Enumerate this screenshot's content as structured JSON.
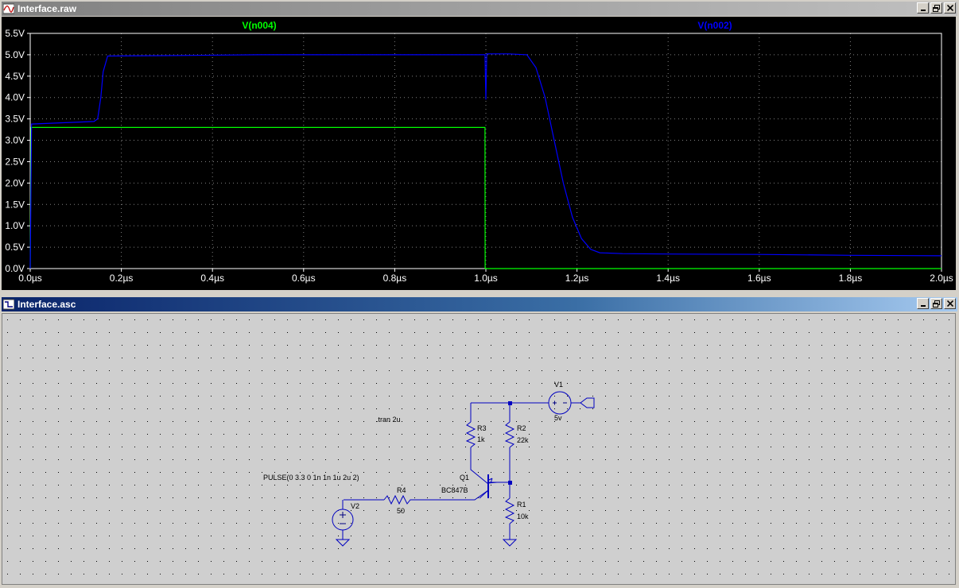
{
  "plot_window": {
    "title": "Interface.raw",
    "trace1_name": "V(n004)",
    "trace2_name": "V(n002)",
    "trace1_color": "#00ff00",
    "trace2_color": "#0000ff"
  },
  "schematic_window": {
    "title": "Interface.asc",
    "directive": ".tran 2u",
    "pulse_spec": "PULSE(0 3.3 0 1n 1n 1u 2u 2)",
    "r1_name": "R1",
    "r1_value": "10k",
    "r2_name": "R2",
    "r2_value": "22k",
    "r3_name": "R3",
    "r3_value": "1k",
    "r4_name": "R4",
    "r4_value": "50",
    "q1_name": "Q1",
    "q1_model": "BC847B",
    "v1_name": "V1",
    "v1_value": "5v",
    "v2_name": "V2"
  },
  "chart_data": {
    "type": "line",
    "title": "",
    "xlabel": "",
    "ylabel": "",
    "xlim": [
      0,
      2.0
    ],
    "ylim": [
      0,
      5.5
    ],
    "x_unit": "µs",
    "y_unit": "V",
    "x_ticks": [
      "0.0µs",
      "0.2µs",
      "0.4µs",
      "0.6µs",
      "0.8µs",
      "1.0µs",
      "1.2µs",
      "1.4µs",
      "1.6µs",
      "1.8µs",
      "2.0µs"
    ],
    "y_ticks": [
      "0.0V",
      "0.5V",
      "1.0V",
      "1.5V",
      "2.0V",
      "2.5V",
      "3.0V",
      "3.5V",
      "4.0V",
      "4.5V",
      "5.0V",
      "5.5V"
    ],
    "grid": true,
    "series": [
      {
        "name": "V(n004)",
        "color": "#00ff00",
        "points": [
          [
            0,
            0
          ],
          [
            0.002,
            3.3
          ],
          [
            0.998,
            3.3
          ],
          [
            0.9985,
            0.0
          ],
          [
            2.0,
            0.0
          ]
        ]
      },
      {
        "name": "V(n002)",
        "color": "#0000ff",
        "points": [
          [
            0,
            0.0
          ],
          [
            0.003,
            3.38
          ],
          [
            0.05,
            3.4
          ],
          [
            0.14,
            3.44
          ],
          [
            0.148,
            3.5
          ],
          [
            0.155,
            4.0
          ],
          [
            0.16,
            4.6
          ],
          [
            0.17,
            4.97
          ],
          [
            0.3,
            4.98
          ],
          [
            0.5,
            5.0
          ],
          [
            0.998,
            5.0
          ],
          [
            1.0,
            3.95
          ],
          [
            1.002,
            5.02
          ],
          [
            1.05,
            5.02
          ],
          [
            1.09,
            5.0
          ],
          [
            1.11,
            4.7
          ],
          [
            1.13,
            4.0
          ],
          [
            1.15,
            3.0
          ],
          [
            1.17,
            2.0
          ],
          [
            1.19,
            1.2
          ],
          [
            1.21,
            0.7
          ],
          [
            1.23,
            0.45
          ],
          [
            1.25,
            0.37
          ],
          [
            1.3,
            0.35
          ],
          [
            1.4,
            0.34
          ],
          [
            1.6,
            0.33
          ],
          [
            1.8,
            0.31
          ],
          [
            2.0,
            0.3
          ]
        ]
      }
    ]
  }
}
